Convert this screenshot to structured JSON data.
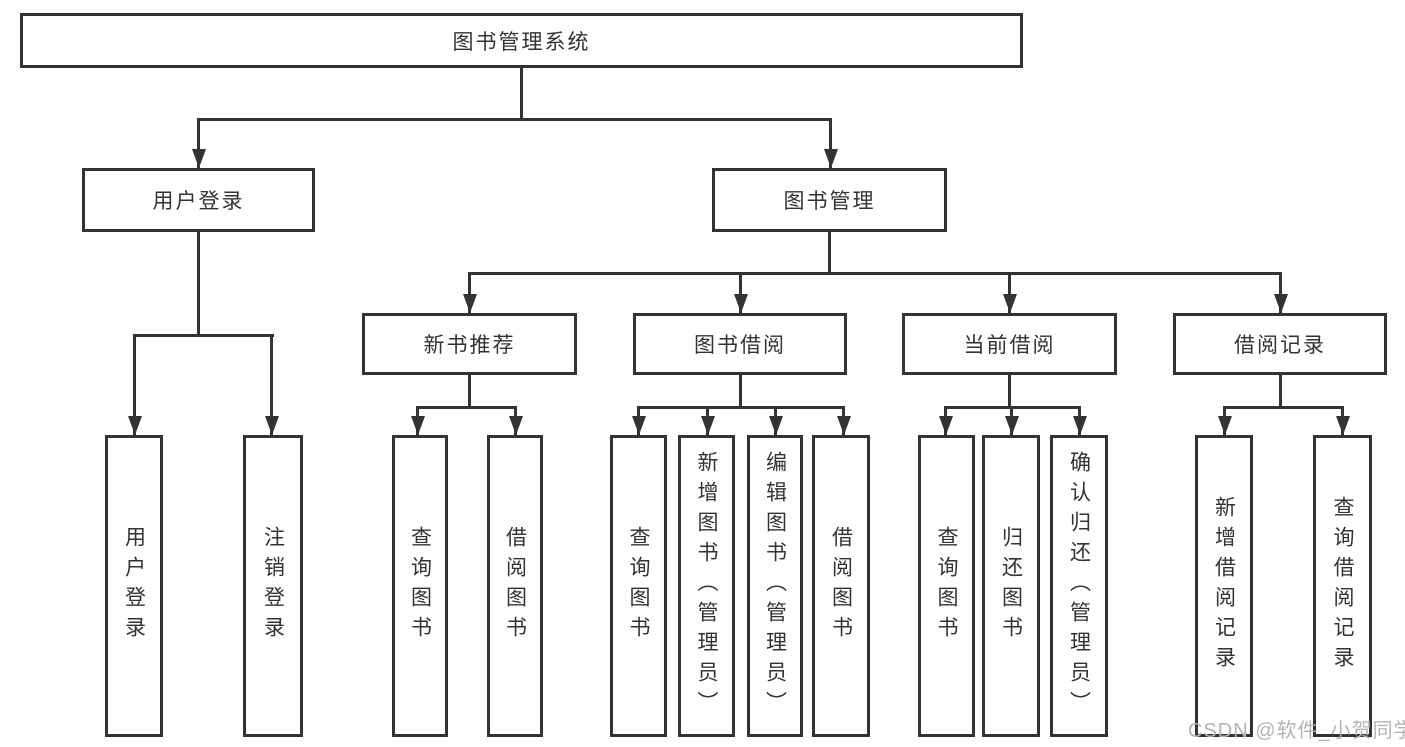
{
  "diagram_type": "tree",
  "tree": {
    "label": "图书管理系统",
    "children": [
      {
        "label": "用户登录",
        "children": [
          {
            "label": "用户登录"
          },
          {
            "label": "注销登录"
          }
        ]
      },
      {
        "label": "图书管理",
        "children": [
          {
            "label": "新书推荐",
            "children": [
              {
                "label": "查询图书"
              },
              {
                "label": "借阅图书"
              }
            ]
          },
          {
            "label": "图书借阅",
            "children": [
              {
                "label": "查询图书"
              },
              {
                "label": "新增图书（管理员）"
              },
              {
                "label": "编辑图书（管理员）"
              },
              {
                "label": "借阅图书"
              }
            ]
          },
          {
            "label": "当前借阅",
            "children": [
              {
                "label": "查询图书"
              },
              {
                "label": "归还图书"
              },
              {
                "label": "确认归还（管理员）"
              }
            ]
          },
          {
            "label": "借阅记录",
            "children": [
              {
                "label": "新增借阅记录"
              },
              {
                "label": "查询借阅记录"
              }
            ]
          }
        ]
      }
    ]
  },
  "watermark": "CSDN @软件_小贺同学",
  "colors": {
    "line": "#333333",
    "text": "#333333",
    "watermark": "#b4b4b4",
    "background": "#ffffff"
  }
}
